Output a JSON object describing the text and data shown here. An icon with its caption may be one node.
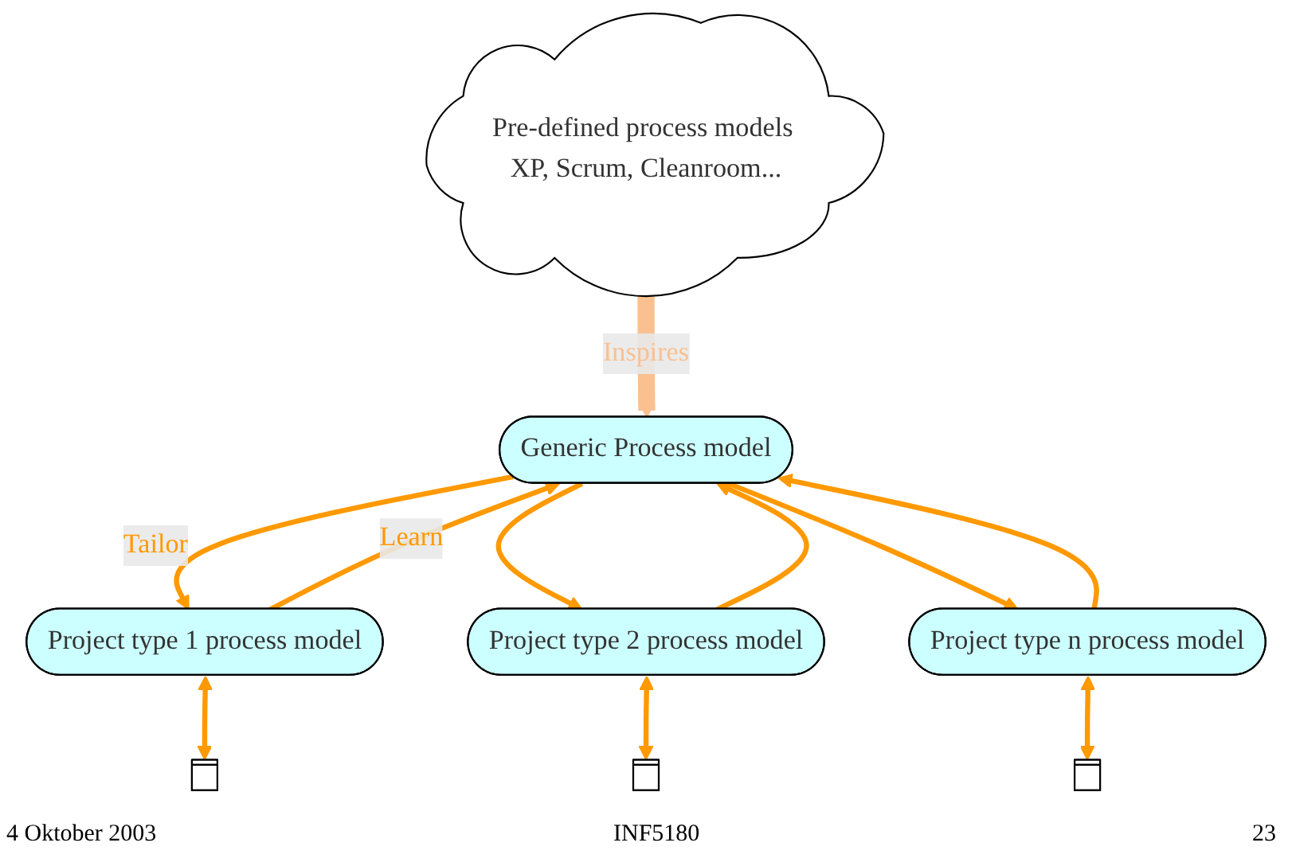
{
  "diagram": {
    "nodes": [
      {
        "text": [
          "Pre-defined process models XP, Scrum, Cleanroom..."
        ]
      },
      {
        "text": [
          "Generic Process model"
        ]
      },
      {
        "text": [
          "Project type 1 process model"
        ]
      },
      {
        "text": [
          "Project type 2 process model"
        ]
      },
      {
        "text": [
          "Project type n process model"
        ]
      },
      {
        "text": [],
        "shape": "chart"
      },
      {
        "text": [],
        "shape": "chart"
      },
      {
        "text": [],
        "shape": "chart"
      }
    ],
    "edges": [
      {
        "from": 0,
        "to": 1,
        "arrow": "to",
        "label": "Inspires",
        "style": "thick",
        "color": "#fac090"
      },
      {
        "from": 1,
        "to": 2,
        "arrow": "to",
        "label": "Tailor"
      },
      {
        "from": 2,
        "to": 1,
        "arrow": "to",
        "label": "Learn"
      },
      {
        "from": 1,
        "to": 3,
        "arrow": "to"
      },
      {
        "from": 3,
        "to": 1,
        "arrow": "to"
      },
      {
        "from": 1,
        "to": 4,
        "arrow": "to"
      },
      {
        "from": 4,
        "to": 1,
        "arrow": "to"
      },
      {
        "from": 2,
        "to": 5,
        "arrow": "both"
      },
      {
        "from": 3,
        "to": 6,
        "arrow": "both"
      },
      {
        "from": 4,
        "to": 7,
        "arrow": "both"
      }
    ],
    "labels": [
      "4 Oktober 2003",
      "INF5180",
      "23"
    ]
  }
}
